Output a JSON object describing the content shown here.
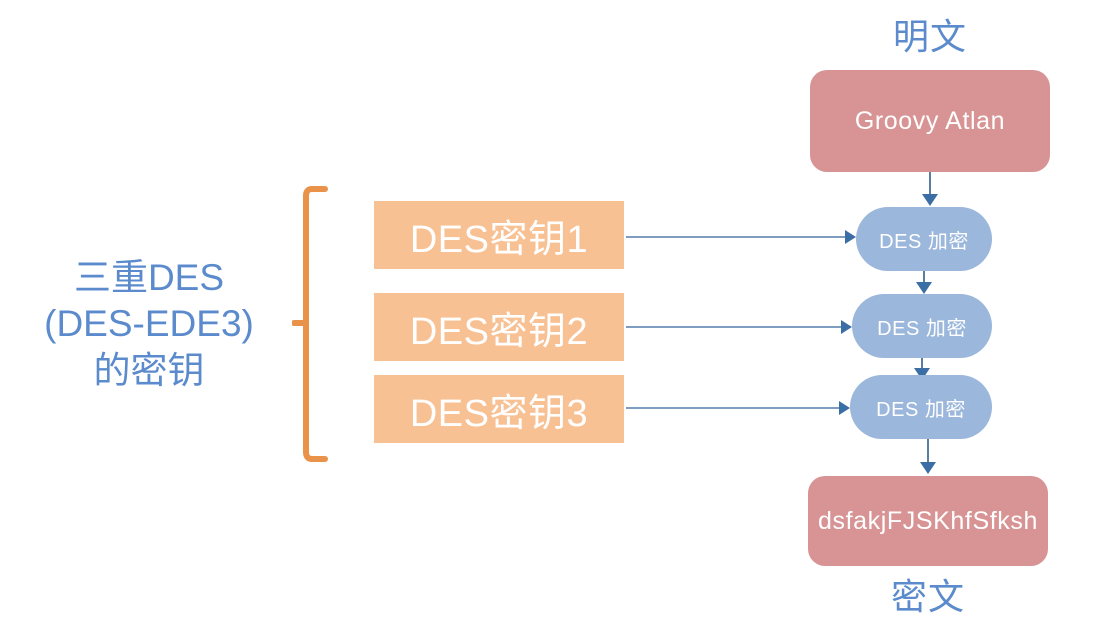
{
  "diagram": {
    "title_block": {
      "lines": [
        "三重DES",
        "(DES-EDE3)",
        "的密钥"
      ],
      "color": "#5B8BCC"
    },
    "captions": {
      "plaintext": "明文",
      "ciphertext": "密文"
    },
    "plaintext_box": {
      "text": "Groovy Atlan",
      "fill": "#D89495",
      "text_color": "#FFFFFF"
    },
    "ciphertext_box": {
      "text": "dsfakjFJSKhfSfksh",
      "fill": "#D89495",
      "text_color": "#FFFFFF"
    },
    "keys": [
      {
        "label": "DES密钥1",
        "fill": "#F8C194",
        "text_color": "#FFFFFF"
      },
      {
        "label": "DES密钥2",
        "fill": "#F8C194",
        "text_color": "#FFFFFF"
      },
      {
        "label": "DES密钥3",
        "fill": "#F8C194",
        "text_color": "#FFFFFF"
      }
    ],
    "stages": [
      {
        "label": "DES 加密",
        "fill": "#9BB7DB",
        "text_color": "#FFFFFF"
      },
      {
        "label": "DES 加密",
        "fill": "#9BB7DB",
        "text_color": "#FFFFFF"
      },
      {
        "label": "DES 加密",
        "fill": "#9BB7DB",
        "text_color": "#FFFFFF"
      }
    ],
    "bracket": {
      "color": "#E8924A",
      "name": "key-group-brace"
    },
    "connector_color": "#7F9DC0",
    "arrowhead_color": "#3B6EA5"
  }
}
